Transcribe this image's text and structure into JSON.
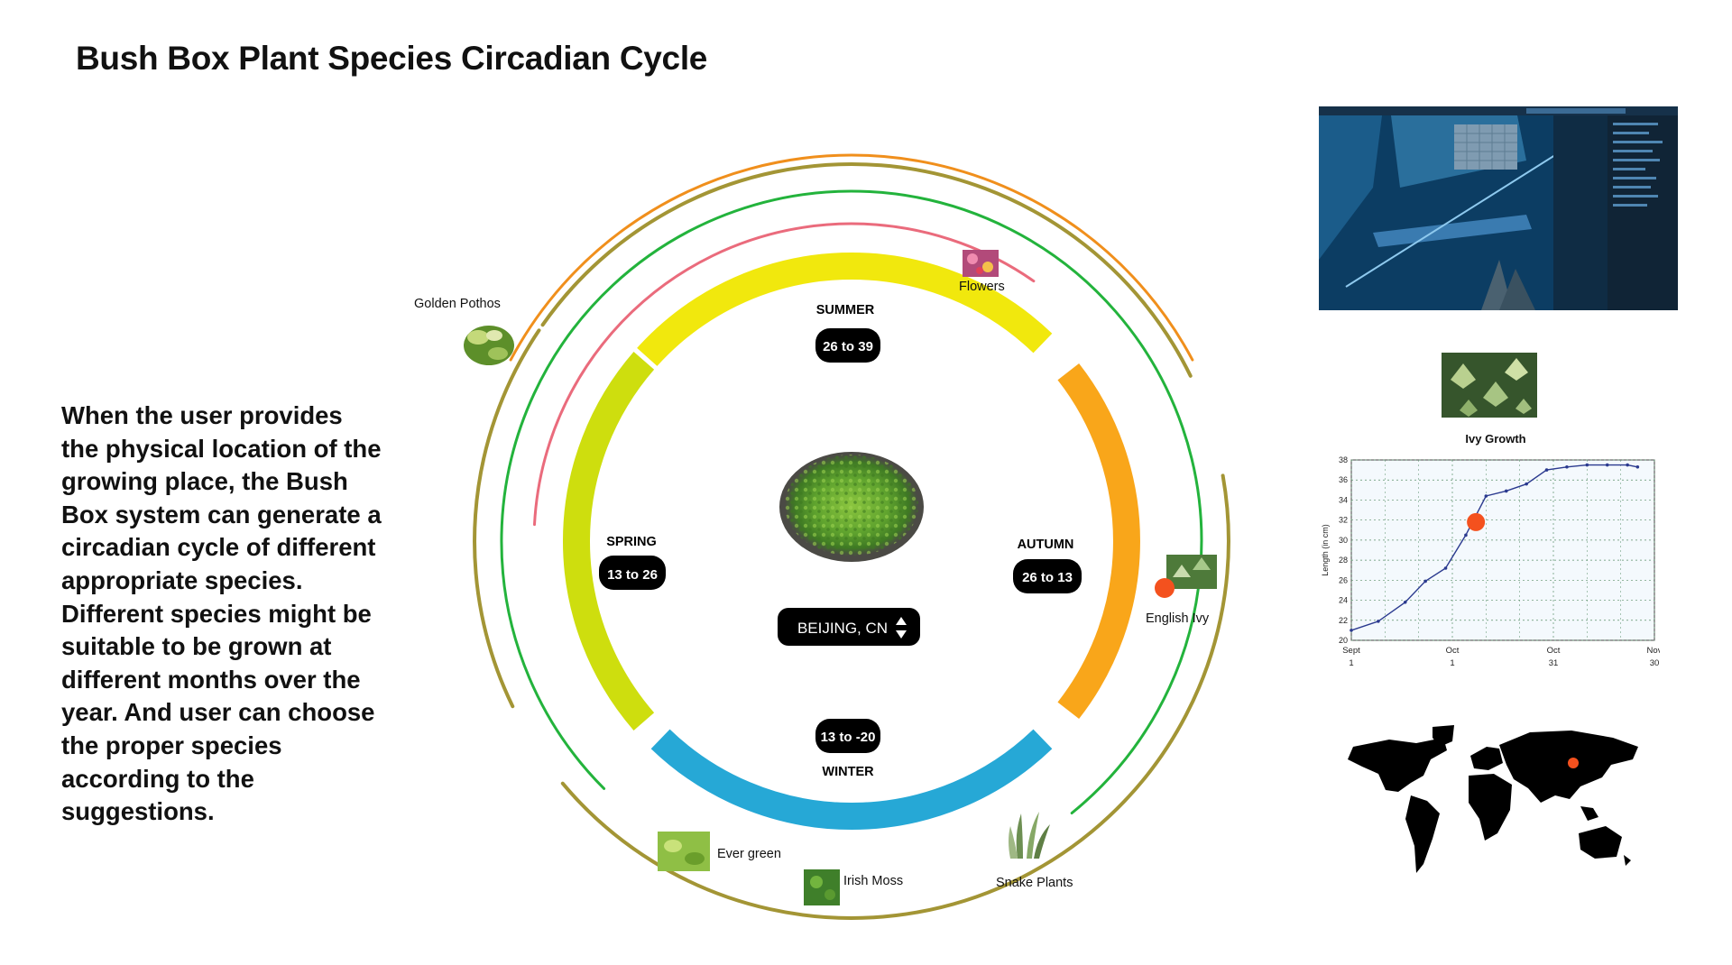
{
  "title": "Bush Box Plant Species Circadian Cycle",
  "description": "When the user provides the physical location of the growing place, the Bush Box system can generate a circadian cycle of different appropriate species. Different species might be suitable to be grown at different months over the year. And user can choose the proper species according to the suggestions.",
  "location": "BEIJING, CN",
  "seasons": {
    "summer": {
      "label": "SUMMER",
      "range": "26 to 39",
      "color": "#f1e80d"
    },
    "autumn": {
      "label": "AUTUMN",
      "range": "26 to 13",
      "color": "#f9a61a"
    },
    "winter": {
      "label": "WINTER",
      "range": "13 to -20",
      "color": "#26a8d6"
    },
    "spring": {
      "label": "SPRING",
      "range": "13 to 26",
      "color": "#cede0e"
    }
  },
  "plants": {
    "golden_pothos": "Golden Pothos",
    "flowers": "Flowers",
    "english_ivy": "English Ivy",
    "ever_green": "Ever green",
    "irish_moss": "Irish Moss",
    "snake_plants": "Snake Plants"
  },
  "colors": {
    "orange_ring": "#f08f1c",
    "olive_ring": "#a39535",
    "green_ring": "#23b33c",
    "pink_ring": "#ea6b7c",
    "marker": "#f4511e"
  },
  "chart_data": {
    "type": "line",
    "title": "Ivy Growth",
    "xlabel": "",
    "ylabel": "Length (in cm)",
    "x_ticks": [
      {
        "top": "Sept",
        "bottom": "1"
      },
      {
        "top": "Oct",
        "bottom": "1"
      },
      {
        "top": "Oct",
        "bottom": "31"
      },
      {
        "top": "Nov",
        "bottom": "30"
      }
    ],
    "xlim": [
      0,
      90
    ],
    "ylim": [
      20,
      38
    ],
    "y_ticks": [
      20,
      22,
      24,
      26,
      28,
      30,
      32,
      34,
      36,
      38
    ],
    "grid": true,
    "series": [
      {
        "x": [
          0,
          8,
          16,
          22,
          28,
          34,
          40,
          46,
          52,
          58,
          64,
          70,
          76,
          82,
          85
        ],
        "values": [
          21,
          21.9,
          23.8,
          25.9,
          27.2,
          30.5,
          34.4,
          34.9,
          35.6,
          37.0,
          37.3,
          37.5,
          37.5,
          37.5,
          37.3
        ]
      }
    ],
    "highlight": {
      "x": 37,
      "y": 31.8
    }
  }
}
